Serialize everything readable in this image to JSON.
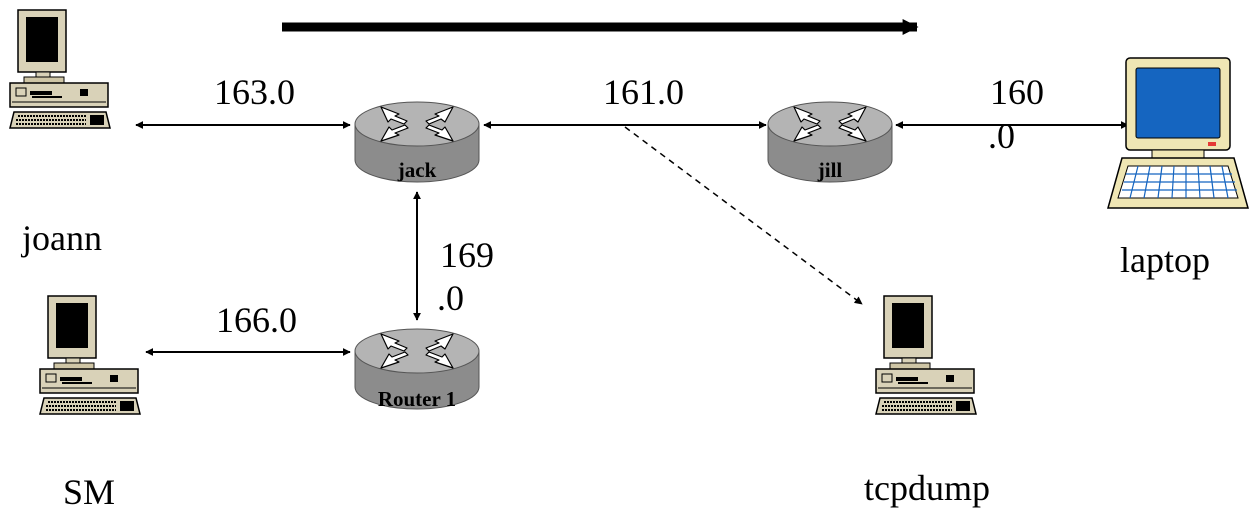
{
  "hosts": {
    "joann": "joann",
    "sm": "SM",
    "tcpdump": "tcpdump",
    "laptop": "laptop"
  },
  "routers": {
    "jack": "jack",
    "jill": "jill",
    "router1": "Router 1"
  },
  "links": {
    "joann_jack": "163.0",
    "jack_jill": "161.0",
    "jill_laptop_line1": "160",
    "jill_laptop_line2": ".0",
    "jack_router1_line1": "169",
    "jack_router1_line2": ".0",
    "sm_router1": "166.0"
  },
  "colors": {
    "router_body": "#8c8c8c",
    "router_top": "#b4b4b4",
    "desktop_case": "#d9d2b8",
    "laptop_case": "#efe6b4",
    "laptop_screen": "#1565c0",
    "laptop_led": "#e53935",
    "line": "#000000"
  }
}
